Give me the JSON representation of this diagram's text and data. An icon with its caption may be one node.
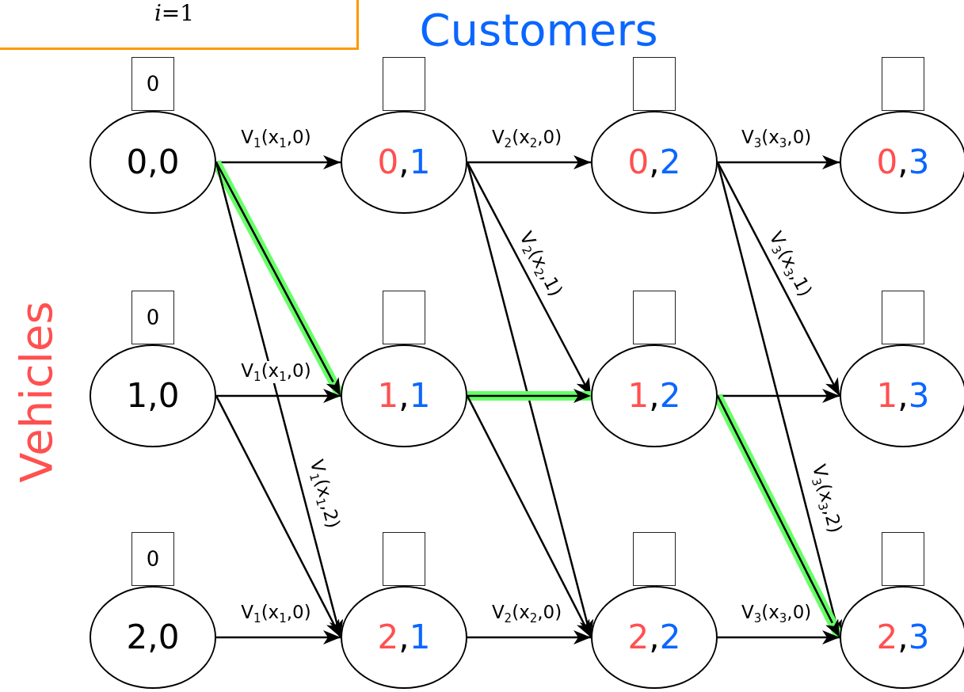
{
  "diagram": {
    "nodes": [
      {
        "text": [
          "*i*=1"
        ]
      },
      {
        "text": [
          "0"
        ]
      },
      {
        "text": [
          "0,0"
        ]
      },
      {
        "text": [],
        "shape": "box"
      },
      {
        "text": [
          "0,1"
        ]
      },
      {
        "text": [],
        "shape": "box"
      },
      {
        "text": [
          "0,2"
        ]
      },
      {
        "text": [],
        "shape": "box"
      },
      {
        "text": [
          "0,3"
        ]
      },
      {
        "text": [
          "0"
        ]
      },
      {
        "text": [
          "1,0"
        ]
      },
      {
        "text": [],
        "shape": "box"
      },
      {
        "text": [
          "1,1"
        ]
      },
      {
        "text": [],
        "shape": "box"
      },
      {
        "text": [
          "1,2"
        ]
      },
      {
        "text": [],
        "shape": "box"
      },
      {
        "text": [
          "1,3"
        ]
      },
      {
        "text": [
          "0"
        ]
      },
      {
        "text": [
          "2,0"
        ]
      },
      {
        "text": [],
        "shape": "box"
      },
      {
        "text": [
          "2,1"
        ]
      },
      {
        "text": [],
        "shape": "box"
      },
      {
        "text": [
          "2,2"
        ]
      },
      {
        "text": [],
        "shape": "box"
      },
      {
        "text": [
          "2,3"
        ]
      }
    ],
    "edges": [
      {
        "from": 2,
        "to": 4,
        "arrow": "to",
        "label": "V$_{1}$(x$_{1}$,0)"
      },
      {
        "from": 2,
        "to": 12,
        "arrow": "to",
        "style": "thick",
        "color": "#66ff66"
      },
      {
        "from": 2,
        "to": 20,
        "arrow": "to",
        "label": "V$_{1}$(x$_{1}$,2)"
      },
      {
        "from": 10,
        "to": 12,
        "arrow": "to",
        "label": "V$_{1}$(x$_{1}$,0)"
      },
      {
        "from": 10,
        "to": 20,
        "arrow": "to"
      },
      {
        "from": 18,
        "to": 20,
        "arrow": "to",
        "label": "V$_{1}$(x$_{1}$,0)"
      },
      {
        "from": 4,
        "to": 6,
        "arrow": "to",
        "label": "V$_{2}$(x$_{2}$,0)"
      },
      {
        "from": 4,
        "to": 14,
        "arrow": "to",
        "label": "V$_{2}$(x$_{2}$,1)"
      },
      {
        "from": 4,
        "to": 22,
        "arrow": "to"
      },
      {
        "from": 12,
        "to": 14,
        "arrow": "to",
        "style": "thick",
        "color": "#66ff66"
      },
      {
        "from": 12,
        "to": 22,
        "arrow": "to"
      },
      {
        "from": 20,
        "to": 22,
        "arrow": "to",
        "label": "V$_{2}$(x$_{2}$,0)"
      },
      {
        "from": 6,
        "to": 8,
        "arrow": "to",
        "label": "V$_{3}$(x$_{3}$,0)"
      },
      {
        "from": 6,
        "to": 16,
        "arrow": "to",
        "label": "V$_{3}$(x$_{3}$,1)"
      },
      {
        "from": 6,
        "to": 24,
        "arrow": "to",
        "label": "V$_{3}$(x$_{3}$,2)"
      },
      {
        "from": 14,
        "to": 16,
        "arrow": "to"
      },
      {
        "from": 14,
        "to": 24,
        "arrow": "to",
        "style": "thick",
        "color": "#66ff66"
      },
      {
        "from": 22,
        "to": 24,
        "arrow": "to",
        "label": "V$_{3}$(x$_{3}$,0)"
      }
    ],
    "labels": [
      "Customers",
      "Vehicles"
    ]
  }
}
